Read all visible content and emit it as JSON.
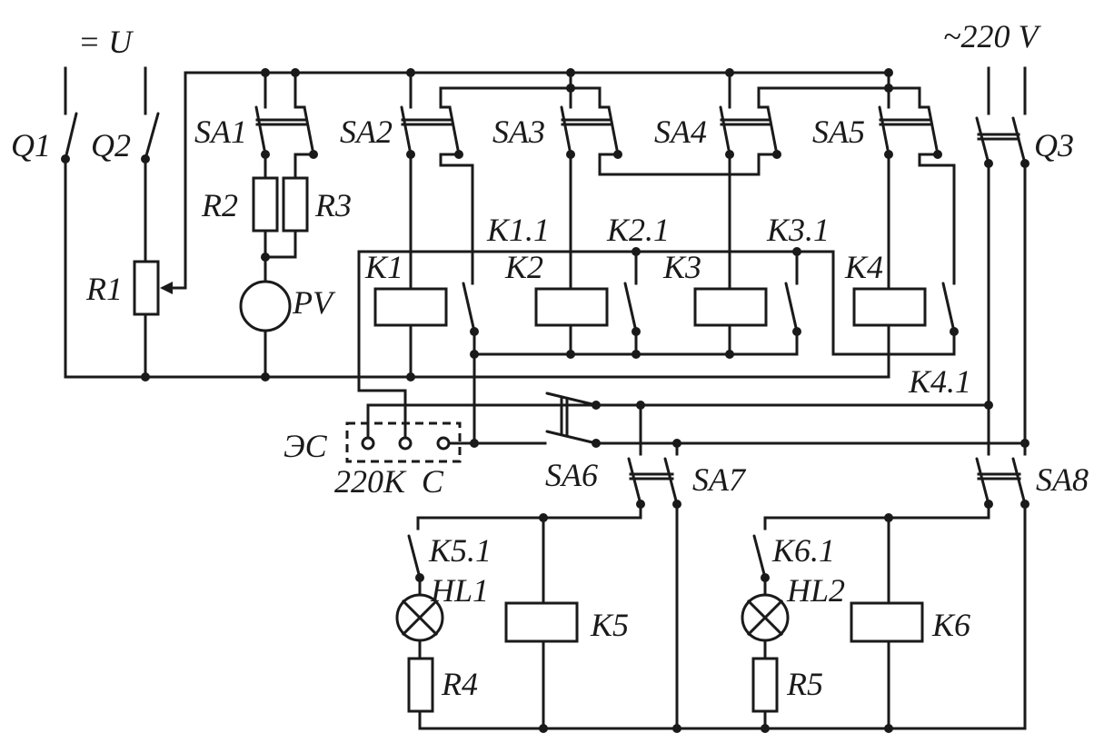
{
  "supply": {
    "dc": "= U",
    "ac": "~220 V"
  },
  "switches": [
    "Q1",
    "Q2",
    "Q3",
    "SA1",
    "SA2",
    "SA3",
    "SA4",
    "SA5",
    "SA6",
    "SA7",
    "SA8"
  ],
  "resistors": [
    "R1",
    "R2",
    "R3",
    "R4",
    "R5"
  ],
  "meter": "PV",
  "relays": [
    "K1",
    "K2",
    "K3",
    "K4",
    "K5",
    "K6"
  ],
  "relay_contacts": [
    "K1.1",
    "K2.1",
    "K3.1",
    "K4.1",
    "K5.1",
    "K6.1"
  ],
  "lamps": [
    "HL1",
    "HL2"
  ],
  "connector": {
    "label": "ЭС",
    "pins": "220К  С"
  }
}
